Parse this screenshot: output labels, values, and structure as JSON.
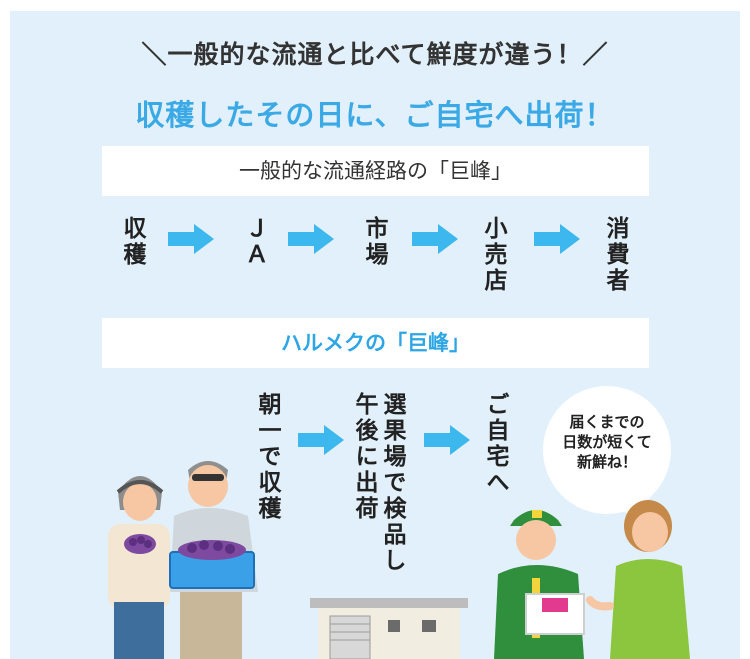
{
  "headline": "＼一般的な流通と比べて鮮度が違う！／",
  "subheadline": "収穫したその日に、ご自宅へ出荷！",
  "general": {
    "title": "一般的な流通経路の「巨峰」",
    "steps": [
      "収穫",
      "ＪＡ",
      "市場",
      "小売店",
      "消費者"
    ]
  },
  "halmek": {
    "title": "ハルメクの「巨峰」",
    "steps": [
      "朝一で収穫",
      "選果場で検品し",
      "午後に出荷",
      "ご自宅へ"
    ]
  },
  "speech_bubble": {
    "lines": [
      "届くまでの",
      "日数が短くて",
      "新鮮ね！"
    ]
  },
  "colors": {
    "accent": "#3aa9e6",
    "arrow": "#3db8ee",
    "panel": "#e1f0fa"
  },
  "icons": [
    "arrow-right-icon",
    "farmer-couple-illustration",
    "warehouse-illustration",
    "delivery-person-illustration",
    "customer-illustration"
  ]
}
